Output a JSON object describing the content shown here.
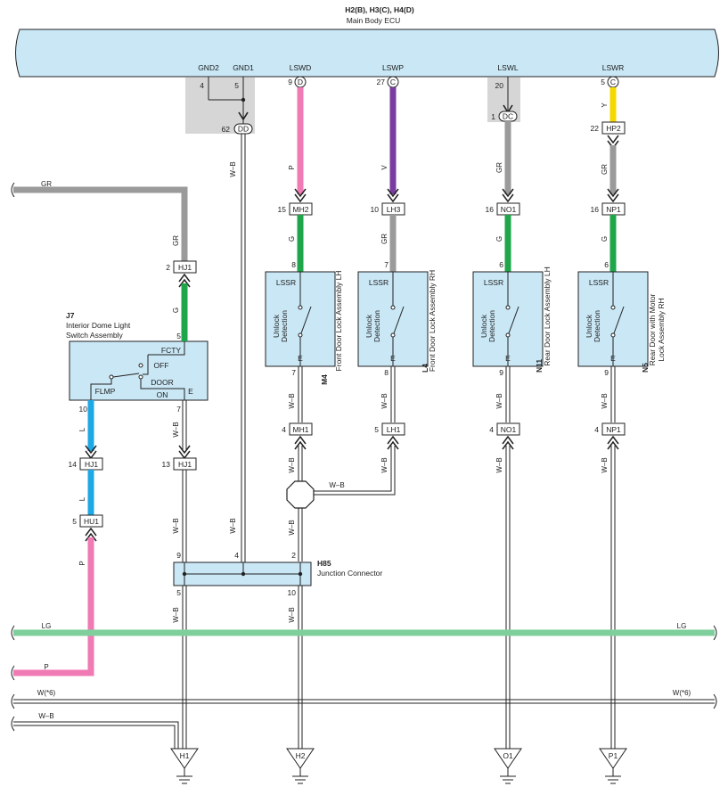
{
  "ecu": {
    "connectors": "H2(B), H3(C), H4(D)",
    "name": "Main Body ECU",
    "terminals": [
      {
        "name": "GND2",
        "pin": "4"
      },
      {
        "name": "GND1",
        "pin": "5"
      },
      {
        "name": "LSWD",
        "pin": "9",
        "conn": "D"
      },
      {
        "name": "LSWP",
        "pin": "27",
        "conn": "C"
      },
      {
        "name": "LSWL",
        "pin": "20"
      },
      {
        "name": "LSWR",
        "pin": "5",
        "conn": "C"
      }
    ],
    "dc_pin": "1",
    "dc_conn": "DC",
    "dd_pin": "62",
    "dd_conn": "DD"
  },
  "wire_colors": {
    "pink": "#f07ab4",
    "violet": "#7a3ca0",
    "gray": "#9a9a9a",
    "green": "#1fa64a",
    "yellow": "#f5d800",
    "blue": "#1ea8e6",
    "lightgreen": "#7fcf9d",
    "component": "#c9e7f5",
    "shade": "#d6d6d6"
  },
  "wires": {
    "gr": "GR",
    "p": "P",
    "v": "V",
    "y": "Y",
    "g": "G",
    "l": "L",
    "wb": "W–B",
    "lg": "LG",
    "w6": "W(*6)"
  },
  "connectors": {
    "mh2": {
      "id": "MH2",
      "pin": "15"
    },
    "lh3": {
      "id": "LH3",
      "pin": "10"
    },
    "no1_top": {
      "id": "NO1",
      "pin": "16"
    },
    "np1_top": {
      "id": "NP1",
      "pin": "16"
    },
    "hp2": {
      "id": "HP2",
      "pin": "22"
    },
    "hj1_a": {
      "id": "HJ1",
      "pin": "2"
    },
    "hj1_b": {
      "id": "HJ1",
      "pin": "14"
    },
    "hj1_c": {
      "id": "HJ1",
      "pin": "13"
    },
    "hu1": {
      "id": "HU1",
      "pin": "5"
    },
    "mh1": {
      "id": "MH1",
      "pin": "4"
    },
    "lh1": {
      "id": "LH1",
      "pin": "5"
    },
    "no1_bot": {
      "id": "NO1",
      "pin": "4"
    },
    "np1_bot": {
      "id": "NP1",
      "pin": "4"
    }
  },
  "switch_j7": {
    "code": "J7",
    "name_l1": "Interior Dome Light",
    "name_l2": "Switch Assembly",
    "fcty": "FCTY",
    "off": "OFF",
    "door": "DOOR",
    "on": "ON",
    "flmp": "FLMP",
    "e": "E",
    "pin_fcty": "5",
    "pin_flmp": "10",
    "pin_e": "7"
  },
  "door_locks": [
    {
      "code": "M4",
      "name_l1": "Front Door Lock Assembly LH",
      "name_l2": "",
      "lssr": "LSSR",
      "det1": "Unlock",
      "det2": "Detection",
      "e": "E",
      "pin_top": "8",
      "pin_bot": "7"
    },
    {
      "code": "L4",
      "name_l1": "Front Door Lock Assembly RH",
      "name_l2": "",
      "lssr": "LSSR",
      "det1": "Unlock",
      "det2": "Detection",
      "e": "E",
      "pin_top": "7",
      "pin_bot": "8"
    },
    {
      "code": "N11",
      "name_l1": "Rear Door Lock Assembly LH",
      "name_l2": "",
      "lssr": "LSSR",
      "det1": "Unlock",
      "det2": "Detection",
      "e": "E",
      "pin_top": "6",
      "pin_bot": "9"
    },
    {
      "code": "N5",
      "name_l1": "Rear Door with Motor",
      "name_l2": "Lock Assembly RH",
      "lssr": "LSSR",
      "det1": "Unlock",
      "det2": "Detection",
      "e": "E",
      "pin_top": "6",
      "pin_bot": "9"
    }
  ],
  "junction": {
    "code": "H85",
    "name": "Junction Connector",
    "pins": {
      "p9": "9",
      "p4": "4",
      "p2": "2",
      "p5": "5",
      "p10": "10"
    }
  },
  "grounds": [
    "H1",
    "H2",
    "O1",
    "P1"
  ]
}
